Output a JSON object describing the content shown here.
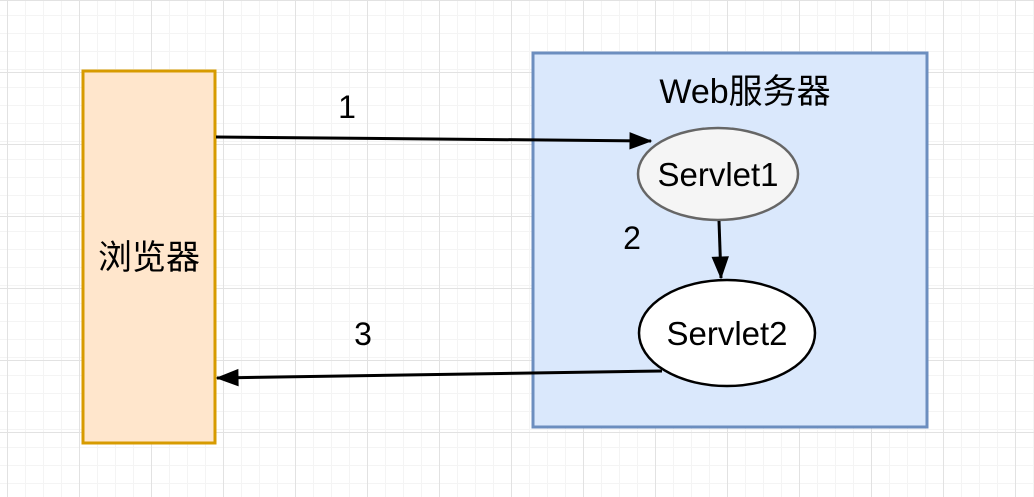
{
  "diagram": {
    "nodes": {
      "browser": {
        "label": "浏览器",
        "fill": "#FFE6CC",
        "stroke": "#D79B00"
      },
      "web_server": {
        "label": "Web服务器",
        "fill": "#DAE8FC",
        "stroke": "#6C8EBF"
      },
      "servlet1": {
        "label": "Servlet1",
        "fill": "#F5F5F5",
        "stroke": "#666666"
      },
      "servlet2": {
        "label": "Servlet2",
        "fill": "#FFFFFF",
        "stroke": "#000000"
      }
    },
    "arrows": [
      {
        "label": "1",
        "from": "浏览器",
        "to": "Servlet1",
        "color": "#000000"
      },
      {
        "label": "2",
        "from": "Servlet1",
        "to": "Servlet2",
        "color": "#000000"
      },
      {
        "label": "3",
        "from": "Servlet2",
        "to": "浏览器",
        "color": "#000000"
      }
    ]
  }
}
